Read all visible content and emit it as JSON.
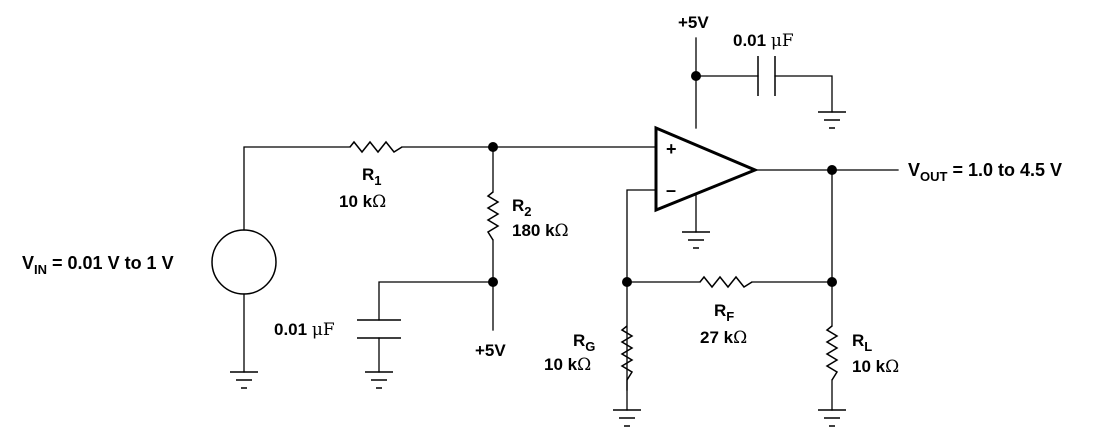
{
  "labels": {
    "vin": {
      "main": "V",
      "sub": "IN",
      "rest": " = 0.01 V to 1 V"
    },
    "r1": {
      "main": "R",
      "sub": "1",
      "value_num": "10 k",
      "value_unit": "Ω"
    },
    "r2": {
      "main": "R",
      "sub": "2",
      "value_num": "180 k",
      "value_unit": "Ω"
    },
    "cap_bias": {
      "num": "0.01 ",
      "unit": "μF"
    },
    "supply_bias": "+5V",
    "supply_top": "+5V",
    "cap_decoupling": {
      "num": "0.01 ",
      "unit": "μF"
    },
    "rg": {
      "main": "R",
      "sub": "G",
      "value_num": "10 k",
      "value_unit": "Ω"
    },
    "rf": {
      "main": "R",
      "sub": "F",
      "value_num": "27 k",
      "value_unit": "Ω"
    },
    "rl": {
      "main": "R",
      "sub": "L",
      "value_num": "10 k",
      "value_unit": "Ω"
    },
    "vout": {
      "main": "V",
      "sub": "OUT",
      "rest": " = 1.0 to 4.5 V"
    },
    "opamp_noninverting": "+",
    "opamp_inverting": "–"
  }
}
